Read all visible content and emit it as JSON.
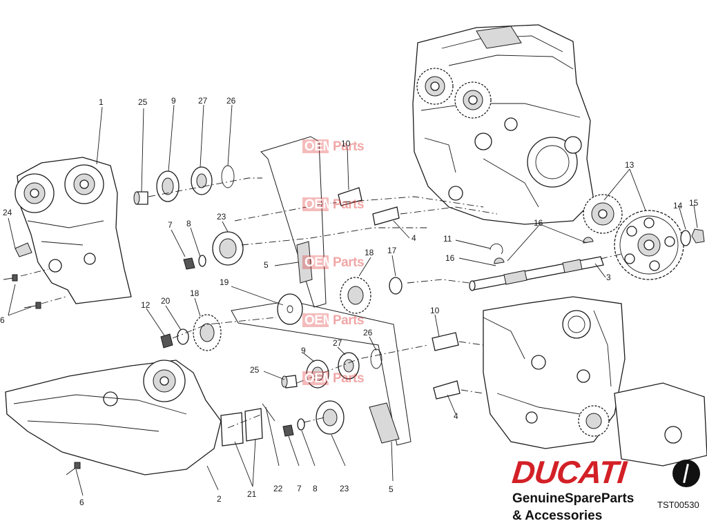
{
  "diagram": {
    "callouts": [
      "1",
      "25",
      "9",
      "27",
      "26",
      "10",
      "13",
      "24",
      "7",
      "8",
      "23",
      "4",
      "11",
      "16",
      "14",
      "15",
      "5",
      "18",
      "17",
      "16",
      "3",
      "19",
      "12",
      "20",
      "18",
      "10",
      "9",
      "27",
      "26",
      "25",
      "4",
      "6",
      "22",
      "7",
      "8",
      "23",
      "5",
      "21",
      "6",
      "2"
    ],
    "watermark": {
      "part1": "OEM",
      "part2": "Parts",
      "color_primary": "#e23b3b",
      "color_secondary": "#9a9a9a"
    }
  },
  "branding": {
    "logo_text": "DUCATI",
    "logo_color": "#d32027",
    "tagline_line1": "GenuineSpareParts",
    "tagline_line2": "& Accessories",
    "reference_code": "TST00530"
  }
}
